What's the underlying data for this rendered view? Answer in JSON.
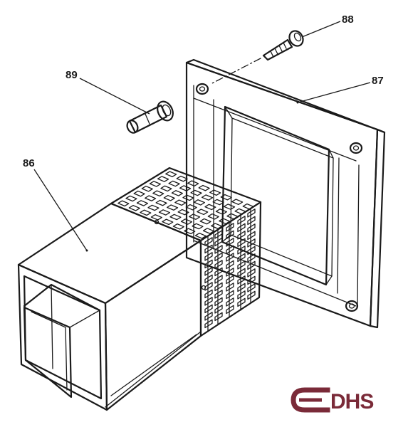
{
  "callouts": {
    "c86": "86",
    "c87": "87",
    "c88": "88",
    "c89": "89"
  },
  "logo": {
    "text": "DHS",
    "color": "#7a2a38"
  },
  "colors": {
    "line": "#1a1a1a",
    "background": "#ffffff"
  }
}
